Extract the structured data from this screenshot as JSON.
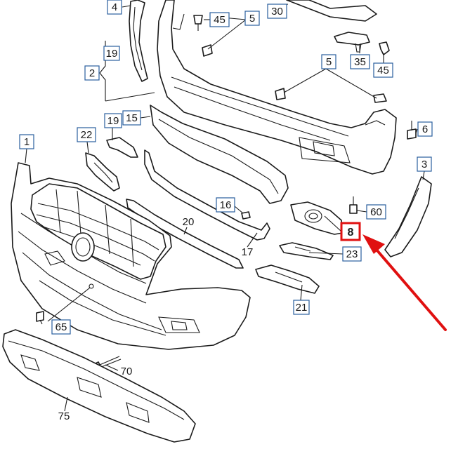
{
  "labels": {
    "l4": "4",
    "l45a": "45",
    "l5a": "5",
    "l30": "30",
    "l19a": "19",
    "l2": "2",
    "l35": "35",
    "l45b": "45",
    "l5b": "5",
    "l19b": "19",
    "l15": "15",
    "l22": "22",
    "l6": "6",
    "l1": "1",
    "l3": "3",
    "l16": "16",
    "l60": "60",
    "l20": "20",
    "l8": "8",
    "l23": "23",
    "l17": "17",
    "l21": "21",
    "l65": "65",
    "l70": "70",
    "l75": "75"
  },
  "highlight": {
    "part": "8",
    "color": "#e01010"
  }
}
